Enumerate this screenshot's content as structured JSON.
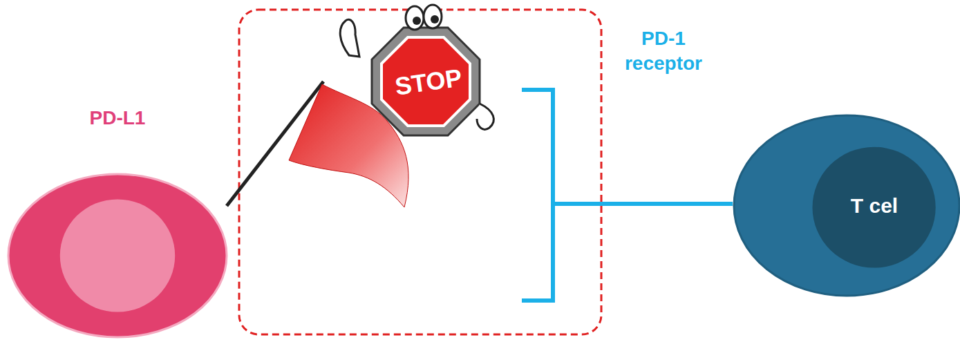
{
  "diagram": {
    "nodes": [
      {
        "text": [
          "PD-L1"
        ]
      },
      {
        "text": [
          "T cel"
        ]
      }
    ],
    "labels": [
      "PD-1 receptor",
      "STOP"
    ]
  }
}
